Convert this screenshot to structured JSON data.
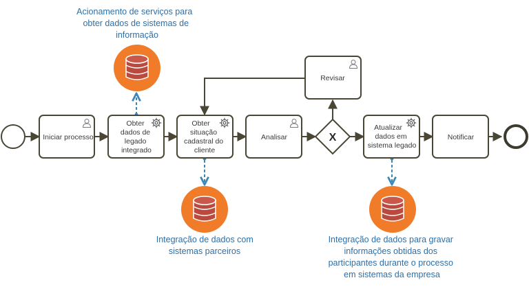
{
  "tasks": {
    "iniciar": [
      "Iniciar processo"
    ],
    "obter_legado": [
      "Obter",
      "dados de",
      "legado",
      "integrado"
    ],
    "obter_situacao": [
      "Obter",
      "situação",
      "cadastral do",
      "cliente"
    ],
    "analisar": [
      "Analisar"
    ],
    "revisar": [
      "Revisar"
    ],
    "atualizar": [
      "Atualizar",
      "dados em",
      "sistema legado"
    ],
    "notificar": [
      "Notificar"
    ]
  },
  "gateway": {
    "symbol": "X"
  },
  "annotations": {
    "top": [
      "Acionamento  de serviços para",
      "obter dados de sistemas de",
      "informação"
    ],
    "bottom_left": [
      "Integração de dados com",
      "sistemas parceiros"
    ],
    "bottom_right": [
      "Integração de dados para gravar",
      "informações obtidas dos",
      "participantes durante  o processo",
      "em sistemas da empresa"
    ]
  },
  "colors": {
    "flow": "#4a4636",
    "association": "#3d86b8",
    "annotation_text": "#2d6fa8",
    "database_orange": "#f07c2a",
    "database_body": "#b94a3d"
  },
  "icons": {
    "user": "user-icon",
    "service": "gear-icon",
    "data_store": "database-icon"
  }
}
